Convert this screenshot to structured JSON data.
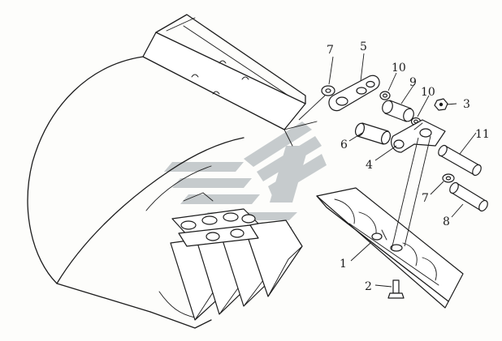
{
  "callouts": [
    {
      "id": "c1",
      "label": "1"
    },
    {
      "id": "c2",
      "label": "2"
    },
    {
      "id": "c3",
      "label": "3"
    },
    {
      "id": "c4",
      "label": "4"
    },
    {
      "id": "c5",
      "label": "5"
    },
    {
      "id": "c6",
      "label": "6"
    },
    {
      "id": "c7a",
      "label": "7"
    },
    {
      "id": "c7b",
      "label": "7"
    },
    {
      "id": "c8",
      "label": "8"
    },
    {
      "id": "c9",
      "label": "9"
    },
    {
      "id": "c10a",
      "label": "10"
    },
    {
      "id": "c10b",
      "label": "10"
    },
    {
      "id": "c11",
      "label": "11"
    }
  ],
  "colors": {
    "line": "#1c1c1c",
    "background": "#fdfdfb",
    "watermark": "#9aa3a8"
  }
}
